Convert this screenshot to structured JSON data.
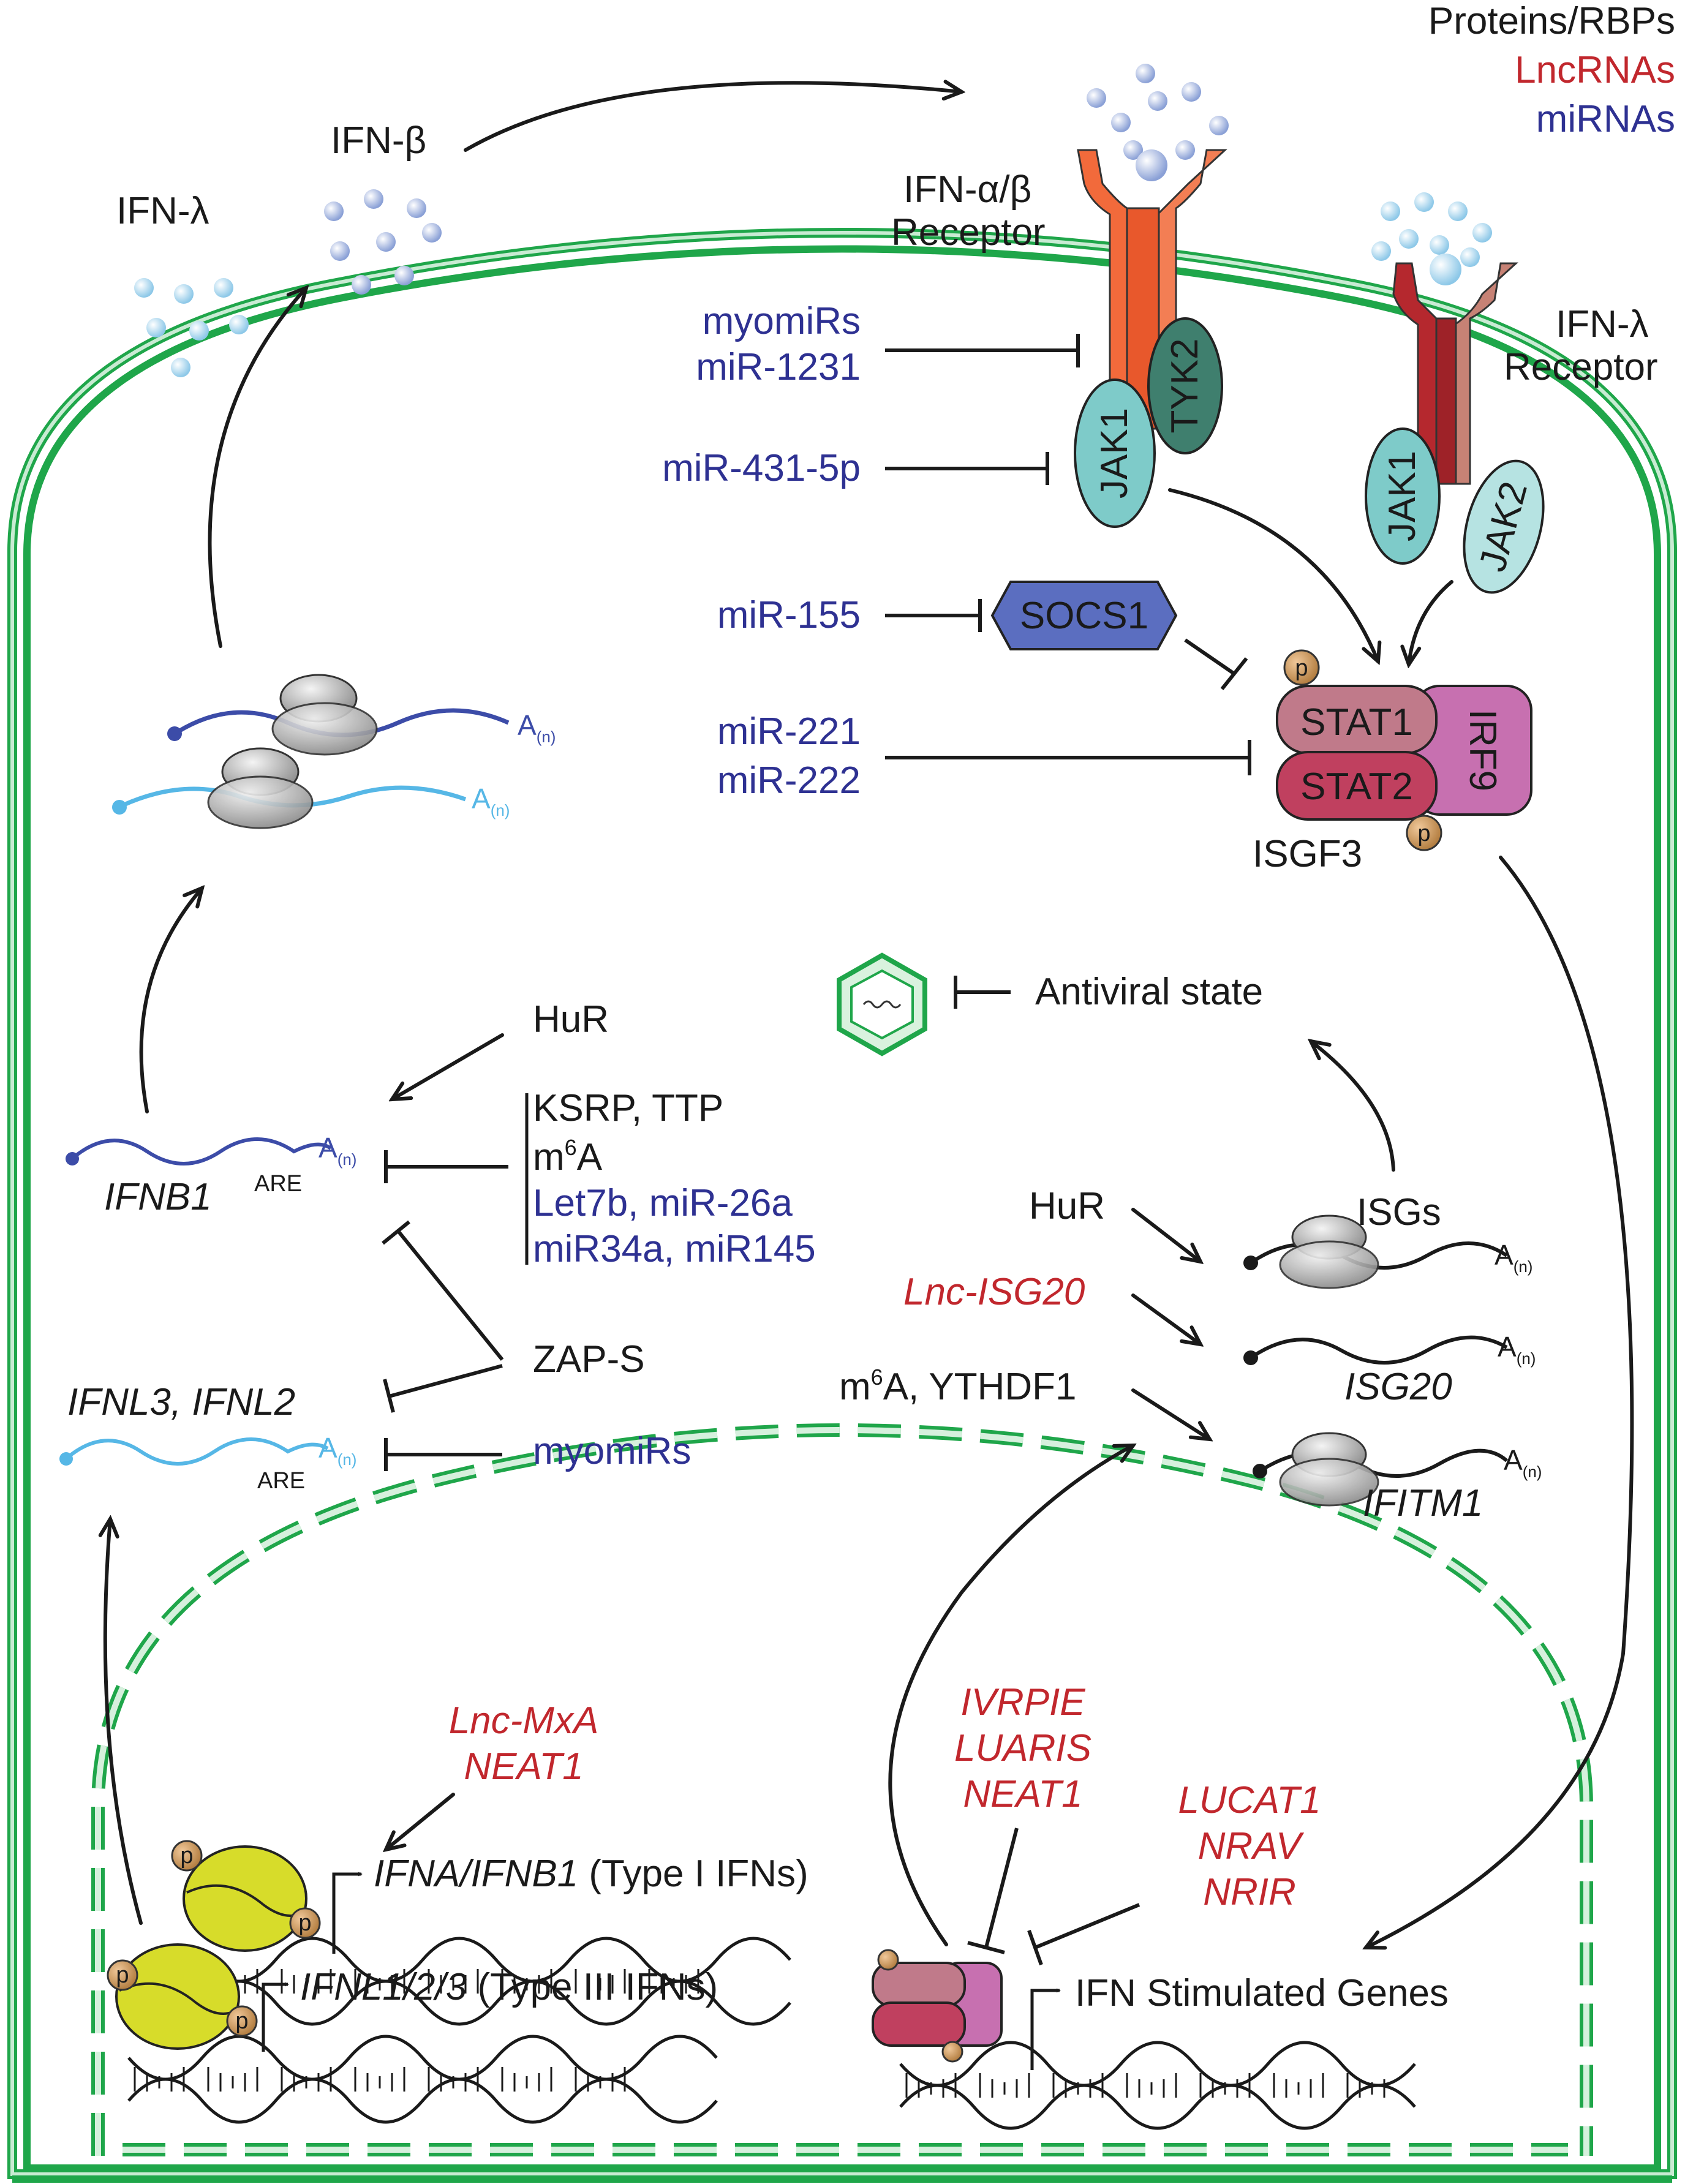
{
  "legend": {
    "proteins": "Proteins/RBPs",
    "lncrnas": "LncRNAs",
    "mirnas": "miRNAs"
  },
  "cytokines": {
    "ifn_lambda": "IFN-λ",
    "ifn_beta": "IFN-β"
  },
  "receptors": {
    "ifnab_line1": "IFN-α/β",
    "ifnab_line2": "Receptor",
    "ifnl_line1": "IFN-λ",
    "ifnl_line2": "Receptor",
    "jak1_a": "JAK1",
    "tyk2": "TYK2",
    "jak1_b": "JAK1",
    "jak2": "JAK2"
  },
  "regulators": {
    "myomirs_a": "myomiRs",
    "mir1231": "miR-1231",
    "mir431": "miR-431-5p",
    "mir155": "miR-155",
    "socs1": "SOCS1",
    "mir221": "miR-221",
    "mir222": "miR-222"
  },
  "isgf3": {
    "stat1": "STAT1",
    "stat2": "STAT2",
    "irf9": "IRF9",
    "label": "ISGF3",
    "p": "p"
  },
  "mrna": {
    "polya": "A",
    "polya_sub": "(n)",
    "ifnb1": "IFNB1",
    "ifnl": "IFNL3, IFNL2",
    "are": "ARE"
  },
  "rbp": {
    "hur_a": "HuR",
    "ksrp": "KSRP, TTP",
    "m6a_base": "m",
    "m6a_sup": "6",
    "m6a_end": "A",
    "let7b": "Let7b, miR-26a",
    "mir34a": "miR34a, miR145",
    "zaps": "ZAP-S",
    "myomirs_b": "myomiRs"
  },
  "isg": {
    "antiviral": "Antiviral state",
    "isgs": "ISGs",
    "hur_b": "HuR",
    "lnc_isg20": "Lnc-ISG20",
    "m6a_ythdf1_end": "A, YTHDF1",
    "isg20": "ISG20",
    "ifitm1": "IFITM1"
  },
  "nucleus": {
    "lnc_mxa": "Lnc-MxA",
    "neat1_a": "NEAT1",
    "ivrpie": "IVRPIE",
    "luaris": "LUARIS",
    "neat1_b": "NEAT1",
    "lucat1": "LUCAT1",
    "nrav": "NRAV",
    "nrir": "NRIR",
    "ifna_gene": "IFNA/IFNB1",
    "type1": " (Type I IFNs)",
    "ifnl_gene": "IFNL1/2/3",
    "type3": " (Type III IFNs)",
    "isg_genes": "IFN Stimulated Genes"
  },
  "colors": {
    "membrane": "#1fa64a",
    "mirna": "#2e3192",
    "lncrna": "#c1272d",
    "receptor_ab": "#f26a3b",
    "receptor_l": "#b5282e",
    "jak1": "#7ecbc9",
    "tyk2": "#3f7f6e",
    "stat1": "#c07a8a",
    "stat2": "#c0405f",
    "irf9": "#c770b0",
    "socs1": "#5b6ec0",
    "polymerase": "#d7dc2a"
  }
}
